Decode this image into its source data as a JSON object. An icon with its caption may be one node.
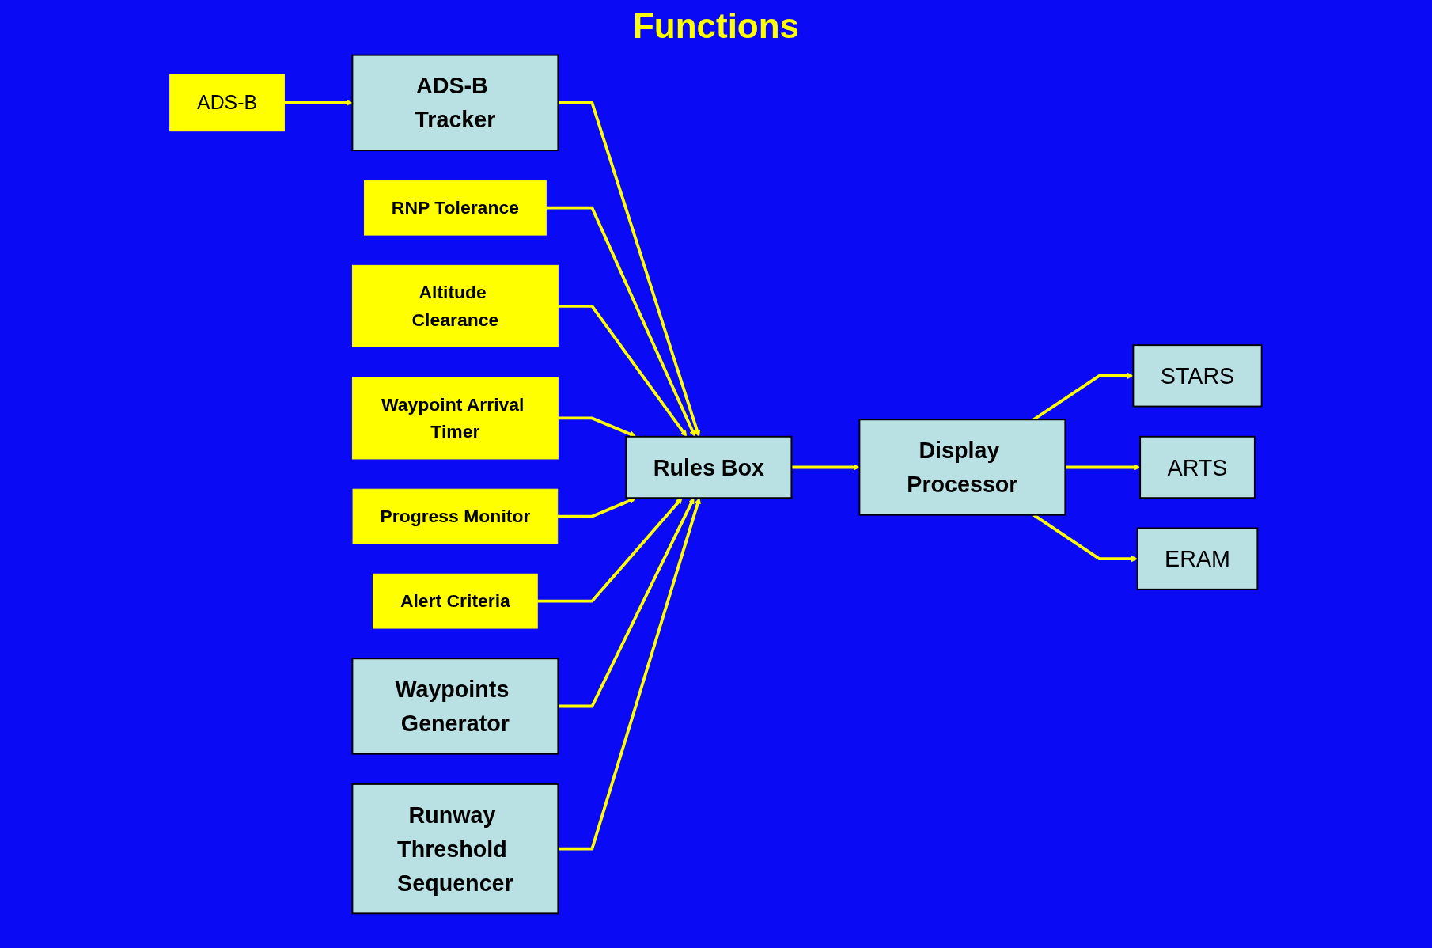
{
  "diagram": {
    "title": "Functions",
    "nodes": [
      {
        "text": [
          "ADS-B"
        ]
      },
      {
        "text": [
          "ADS-B Tracker"
        ]
      },
      {
        "text": [
          "Rules Box"
        ]
      },
      {
        "text": [
          "RNP Tolerance"
        ]
      },
      {
        "text": [
          "Altitude Clearance"
        ]
      },
      {
        "text": [
          "Waypoint Arrival Timer"
        ]
      },
      {
        "text": [
          "Progress Monitor"
        ]
      },
      {
        "text": [
          "Alert Criteria"
        ]
      },
      {
        "text": [
          "Waypoints Generator"
        ]
      },
      {
        "text": [
          "Runway Threshold Sequencer"
        ]
      },
      {
        "text": [
          "Display Processor"
        ]
      },
      {
        "text": [
          "STARS"
        ]
      },
      {
        "text": [
          "ARTS"
        ]
      },
      {
        "text": [
          "ERAM"
        ]
      }
    ],
    "edges": [
      {
        "from": 0,
        "to": 1,
        "arrow": "to"
      },
      {
        "from": 1,
        "to": 2,
        "arrow": "to"
      },
      {
        "from": 3,
        "to": 2,
        "arrow": "to"
      },
      {
        "from": 4,
        "to": 2,
        "arrow": "to"
      },
      {
        "from": 5,
        "to": 2,
        "arrow": "to"
      },
      {
        "from": 6,
        "to": 2,
        "arrow": "to"
      },
      {
        "from": 7,
        "to": 2,
        "arrow": "to"
      },
      {
        "from": 8,
        "to": 2,
        "arrow": "to"
      },
      {
        "from": 9,
        "to": 2,
        "arrow": "to"
      },
      {
        "from": 2,
        "to": 10,
        "arrow": "to"
      },
      {
        "from": 10,
        "to": 11,
        "arrow": "to"
      },
      {
        "from": 10,
        "to": 12,
        "arrow": "to"
      },
      {
        "from": 10,
        "to": 13,
        "arrow": "to"
      }
    ]
  }
}
